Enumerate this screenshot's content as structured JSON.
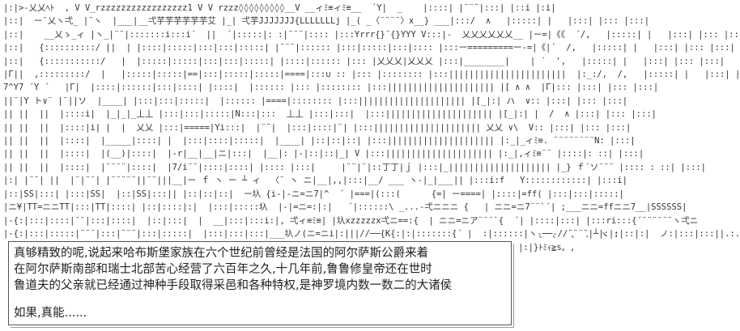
{
  "ascii_art": "|:|>-乂乂ﾍﾄ  , V V_rzzzzzzzzzzzzzzzzz1 V V rzzz◊◊◊◊◊◊◊◊◊__V __ィﾐ≡ィﾐ≡__  ´Y|  _    |::::| |¨¨¨|:::| |::i |:i|\n|::|  ー¨乂ヽ弌_ |¨ヽ  |___|__弌芋芋芋芋芋芋艾 |_| 弌芋JJJJJJJ{LLLLLLLj |_( _〈¨¨¨¨〉x__} ___|:::/  ∧   |:::::| |   |:::| |::: |:::|\n|::|    __乂ゝ_ィ |ヽ_|¨¨|:::::::i:::i´  ||  ´|:::::|: :|¨¨¨|:::: |:::Yrrr{}¨{}YYY V:::|-  乂乂乂乂乂乂__ |ー=|《《  ´/,   |:::::| |   |:::| |::: |:::|\n|::|   {::::::::::/ ||  | |::::|:::::|:::|:::|:::::| |¨¨¨|:::::: |:::|:::::|:::|:::: |:::ー=========ー-=|《|´  /,   |:::::| |   |:::| |::: |:::|\n|::|   {:::::::::::/   |  |:::::|:::::|:::|:::|:::::| |::::|:::::: |::: |乂乂乂|乂乂乂 |:::|________|    | ´  ',   |:::::| |   |:::| |::: |:::|\n|Г||  ,:::::::::/  |   |:::::|:::::|==|:::|:::::|:::::|====|:::∪ :: |::: |:::::::: |:::|||||||||||||||||||||||  |:_:/,  /,   |:::::| |   |:::| |::: |:::|\n7^Y7 ´Y ´   |Г|  |::::|::::::|:::|::::| |::::|  |:::::: |::: |:::::::: |:::||||||||||||||||||||| |[ ∧ ∧  |Г|::: |:::| |::: |:::|\n||¨|Y ト∨¨ |¨||ソ  |____| |:::|:::|:::::|  |:::::: |====|:::::::: |:::||||||||||||||||||||| |[_|:| ハ  ∨:: |:::| |::: |:::|\n|| ||  ||  |::::i|  |_|_|_丄丄 |:::|:::|:::::|N:::|:::  丄丄 |:::|:::|  |:::||||||||||||||||||||| |[_|:| |  /  ∧ |:::| |::: |:::|\n|| ||  ||  |::::|i| |  |  乂乂 |:::|=====|Yi:::|  |¨¨|  |:::|::::|¨| |:::||||||||||||||||||||| 乂乂 ∨\\  V:: |:::| |::: |:::|\n|| ||  ||  |::::|  |_____|::::| |  |:::|::::|:::::|  |____| |::|::|::| |:::||||||||||||||||||||| |:_|_ィﾐ≡. ¨¨¨¨¨¨¨¨N: |:::|\n|| ||  ||  |::::|  |(__)|::::|  |-r|__|__|ニ|:::|  |__|: |-|::|::|_| V |:::||||||||||||||||||||| |:_|,ィﾐ≡¨¨ |::::|: ::| |:::|\n|| ||  ||  |::::|  |¨¨¨¨|::::|  |7/i¨¨|::::|::::| |:::: |:::|     |¨¨|¨|::丁丁|ｊ |:::|_|||||||||||||||||||| |_} ｆ´ソ¨¨¨ |:::: : ::| |:::|\n|:| |¨¨| ||  |¨|¨¨| |¨¨¨¨¨||¨¨|||__|ー ｆ ヽ ー ┴ ィ  〈¨ ヽ ニ|__|,,|:::|__/ ___ ヽ-|_|___|| |:::i:f   Y::::::::::::| |:::i|\n|::|SS|:::| |:::|SS|  |::|SS|:::|| |::|::|::|  ー圦 {i-|-ニ=ニ7|^  ´ |===|(:::(      {=| ー====| |::::|=ff( |:::|:::|:::::|\n|ニ¥|TT=ニニTT|:::|TT|::::| |::|::::|:|  |:::|:::::圦  |-|=ニ=:|:|   ´|::::::\\ _...-弌ニニニ {   | ニニ=ニ7¨¨`´| ;___ニニ=ffニニ7__|SSSSSS|\n|-{:|:::|::::|¨¨|:::|::::|  |::|:::|  |  __|:::|:::i:|, 弌ィ≡ﾐ≡| |圦xzzzzzx弌ニ==:{  | ニニ=ニア¨¨¨`{  ´| |::::|:::| |:::ri:::{´¨¨¨¨¨¨ヽ弌ニ\n|-{:|:::|:::::|¨¨¨|:::|¨¨¨|:::|:::::|  |:::|:::|:::|___圦ノ(ニ=ニi|:|||//──{K{:|:|:::::::{´ |  :|::::::|ヽ‐──‐//¨¨¨¨|┴|:|:|::|:|  ノ:|:::|:::||.:.:\n|_|¨¨¨|::|¨¨¨¨|:::|¨¨¨|:::|:::::|  |/:::|::::|:: ヽ :|YYY¨¨{( 77ニニニ圦{¨ハ{¨{ ≧=≦{ {`{ |ニニ=ニ|::::|:::ri:::|  ィ(¨(.,,._ |::::|:::|-| (::::\n|._|::|::|::|:::|ニニ=┫   |:::|_______|:::,    ヽ ,:|{:┌ {乂:.:.:|{:{}:Y:{:{}Y:{}{ }|ノ八 :` ¨¨¨ヽ Y 7/¨ {乂¨ヽ  _弌ﾐ≦s。,",
  "side_art": "    、 、  、 .  ヽ :\n|:|}ﾄﾐｨ≧s。,",
  "dialog": {
    "line1": "真够精致的呢,说起来哈布斯堡家族在六个世纪前曾经是法国的阿尔萨斯公爵来着",
    "line2": "在阿尔萨斯南部和瑞士北部苦心经营了六百年之久,十几年前,鲁鲁修皇帝还在世时",
    "line3": "鲁道夫的父亲就已经通过神种手段取得采邑和各种特权,是神罗境内数一数二的大诸侯",
    "line4": "如果,真能......"
  }
}
